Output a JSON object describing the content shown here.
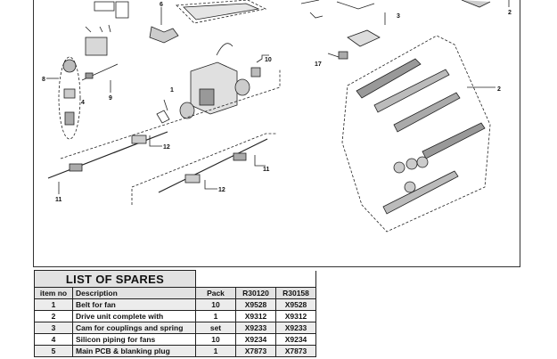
{
  "diagram": {
    "callouts": [
      "1",
      "2",
      "3",
      "4",
      "6",
      "8",
      "9",
      "10",
      "11",
      "12",
      "17"
    ]
  },
  "spares": {
    "title": "LIST OF SPARES",
    "headers": [
      "item no",
      "Description",
      "Pack",
      "R30120",
      "R30158"
    ],
    "rows": [
      {
        "item": "1",
        "desc": "Belt for fan",
        "pack": "10",
        "a": "X9528",
        "b": "X9528"
      },
      {
        "item": "2",
        "desc": "Drive unit complete with",
        "pack": "1",
        "a": "X9312",
        "b": "X9312"
      },
      {
        "item": "3",
        "desc": "Cam for couplings and spring",
        "pack": "set",
        "a": "X9233",
        "b": "X9233"
      },
      {
        "item": "4",
        "desc": "Silicon piping for fans",
        "pack": "10",
        "a": "X9234",
        "b": "X9234"
      },
      {
        "item": "5",
        "desc": "Main PCB & blanking plug",
        "pack": "1",
        "a": "X7873",
        "b": "X7873"
      }
    ]
  }
}
